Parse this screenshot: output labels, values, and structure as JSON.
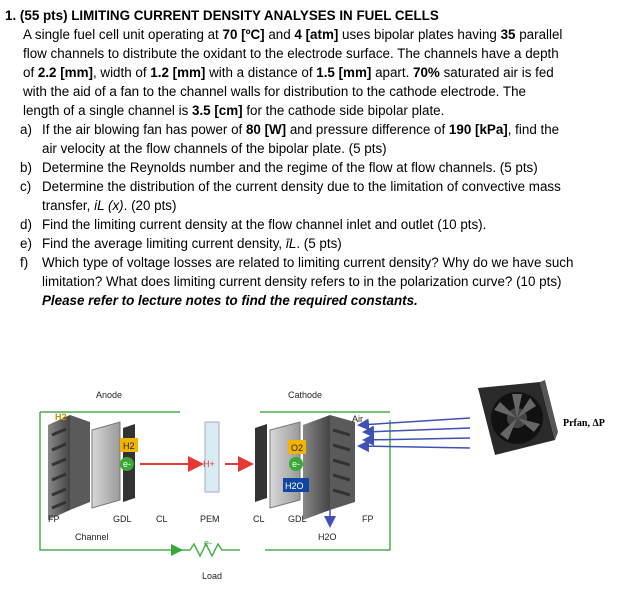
{
  "problem": {
    "number": "1.",
    "header": "(55 pts) LIMITING CURRENT DENSITY ANALYSES IN FUEL CELLS",
    "intro": {
      "l1a": "A single fuel cell unit operating at ",
      "t_val": "70 [ºC]",
      "l1b": " and ",
      "p_val": "4 [atm]",
      "l1c": " uses bipolar plates having ",
      "n_val": "35",
      "l1d": " parallel",
      "l2": "flow channels to distribute the oxidant to the electrode surface. The channels have a depth",
      "l3a": "of ",
      "depth_val": "2.2 [mm]",
      "l3b": ", width of ",
      "width_val": "1.2 [mm]",
      "l3c": " with a distance of ",
      "dist_val": "1.5 [mm]",
      "l3d": " apart. ",
      "sat_val": "70%",
      "l3e": " saturated air is fed",
      "l4": "with the aid of a fan to the channel walls for distribution to the cathode electrode.  The",
      "l5a": "length of a single channel is ",
      "len_val": "3.5 [cm]",
      "l5b": " for the cathode side bipolar plate."
    },
    "items": {
      "a": {
        "marker": "a)",
        "l1a": "If the air blowing fan has power of ",
        "power_val": "80 [W]",
        "l1b": " and pressure difference of ",
        "dp_val": "190 [kPa]",
        "l1c": ", find the",
        "l2": "air velocity at the flow channels of the bipolar plate. (5 pts)"
      },
      "b": {
        "marker": "b)",
        "l1": "Determine the Reynolds number and the regime of the flow at flow channels. (5 pts)"
      },
      "c": {
        "marker": "c)",
        "l1": "Determine the distribution of the current density due to the limitation of convective mass",
        "l2a": "transfer, ",
        "sym": "iL (x)",
        "l2b": ". (20 pts)"
      },
      "d": {
        "marker": "d)",
        "l1": "Find the limiting current density at the flow channel inlet and outlet (10 pts)."
      },
      "e": {
        "marker": "e)",
        "l1a": "Find the average limiting current density, ",
        "sym": "īL",
        "l1b": ". (5 pts)"
      },
      "f": {
        "marker": "f)",
        "l1": "Which type of voltage losses are related to limiting current density? Why do we have such",
        "l2": "limitation? What does limiting current density refers to in the polarization curve? (10 pts)"
      }
    },
    "note": "Please refer to lecture notes to find the required constants."
  },
  "figure": {
    "anode": "Anode",
    "cathode": "Cathode",
    "h2": "H2",
    "h2_inner": "H2",
    "e_left": "e-",
    "h_plus": "H+",
    "o2": "O2",
    "e_right": "e-",
    "h2o_inner": "H2O",
    "air": "Air",
    "fan_label": "Prfan, ΔP",
    "fp_left": "FP",
    "gdl_left": "GDL",
    "cl_left": "CL",
    "pem": "PEM",
    "cl_right": "CL",
    "gdl_right": "GDL",
    "fp_right": "FP",
    "channel": "Channel",
    "h2o_out": "H2O",
    "e_load": "e-",
    "load": "Load",
    "colors": {
      "plate": "#6b6b6b",
      "wire": "#4caf50",
      "electron": "#39a935",
      "proton": "#e53935",
      "oxygen": "#f2b400",
      "water": "#0d47a1",
      "airflow": "#3f51b5"
    }
  }
}
